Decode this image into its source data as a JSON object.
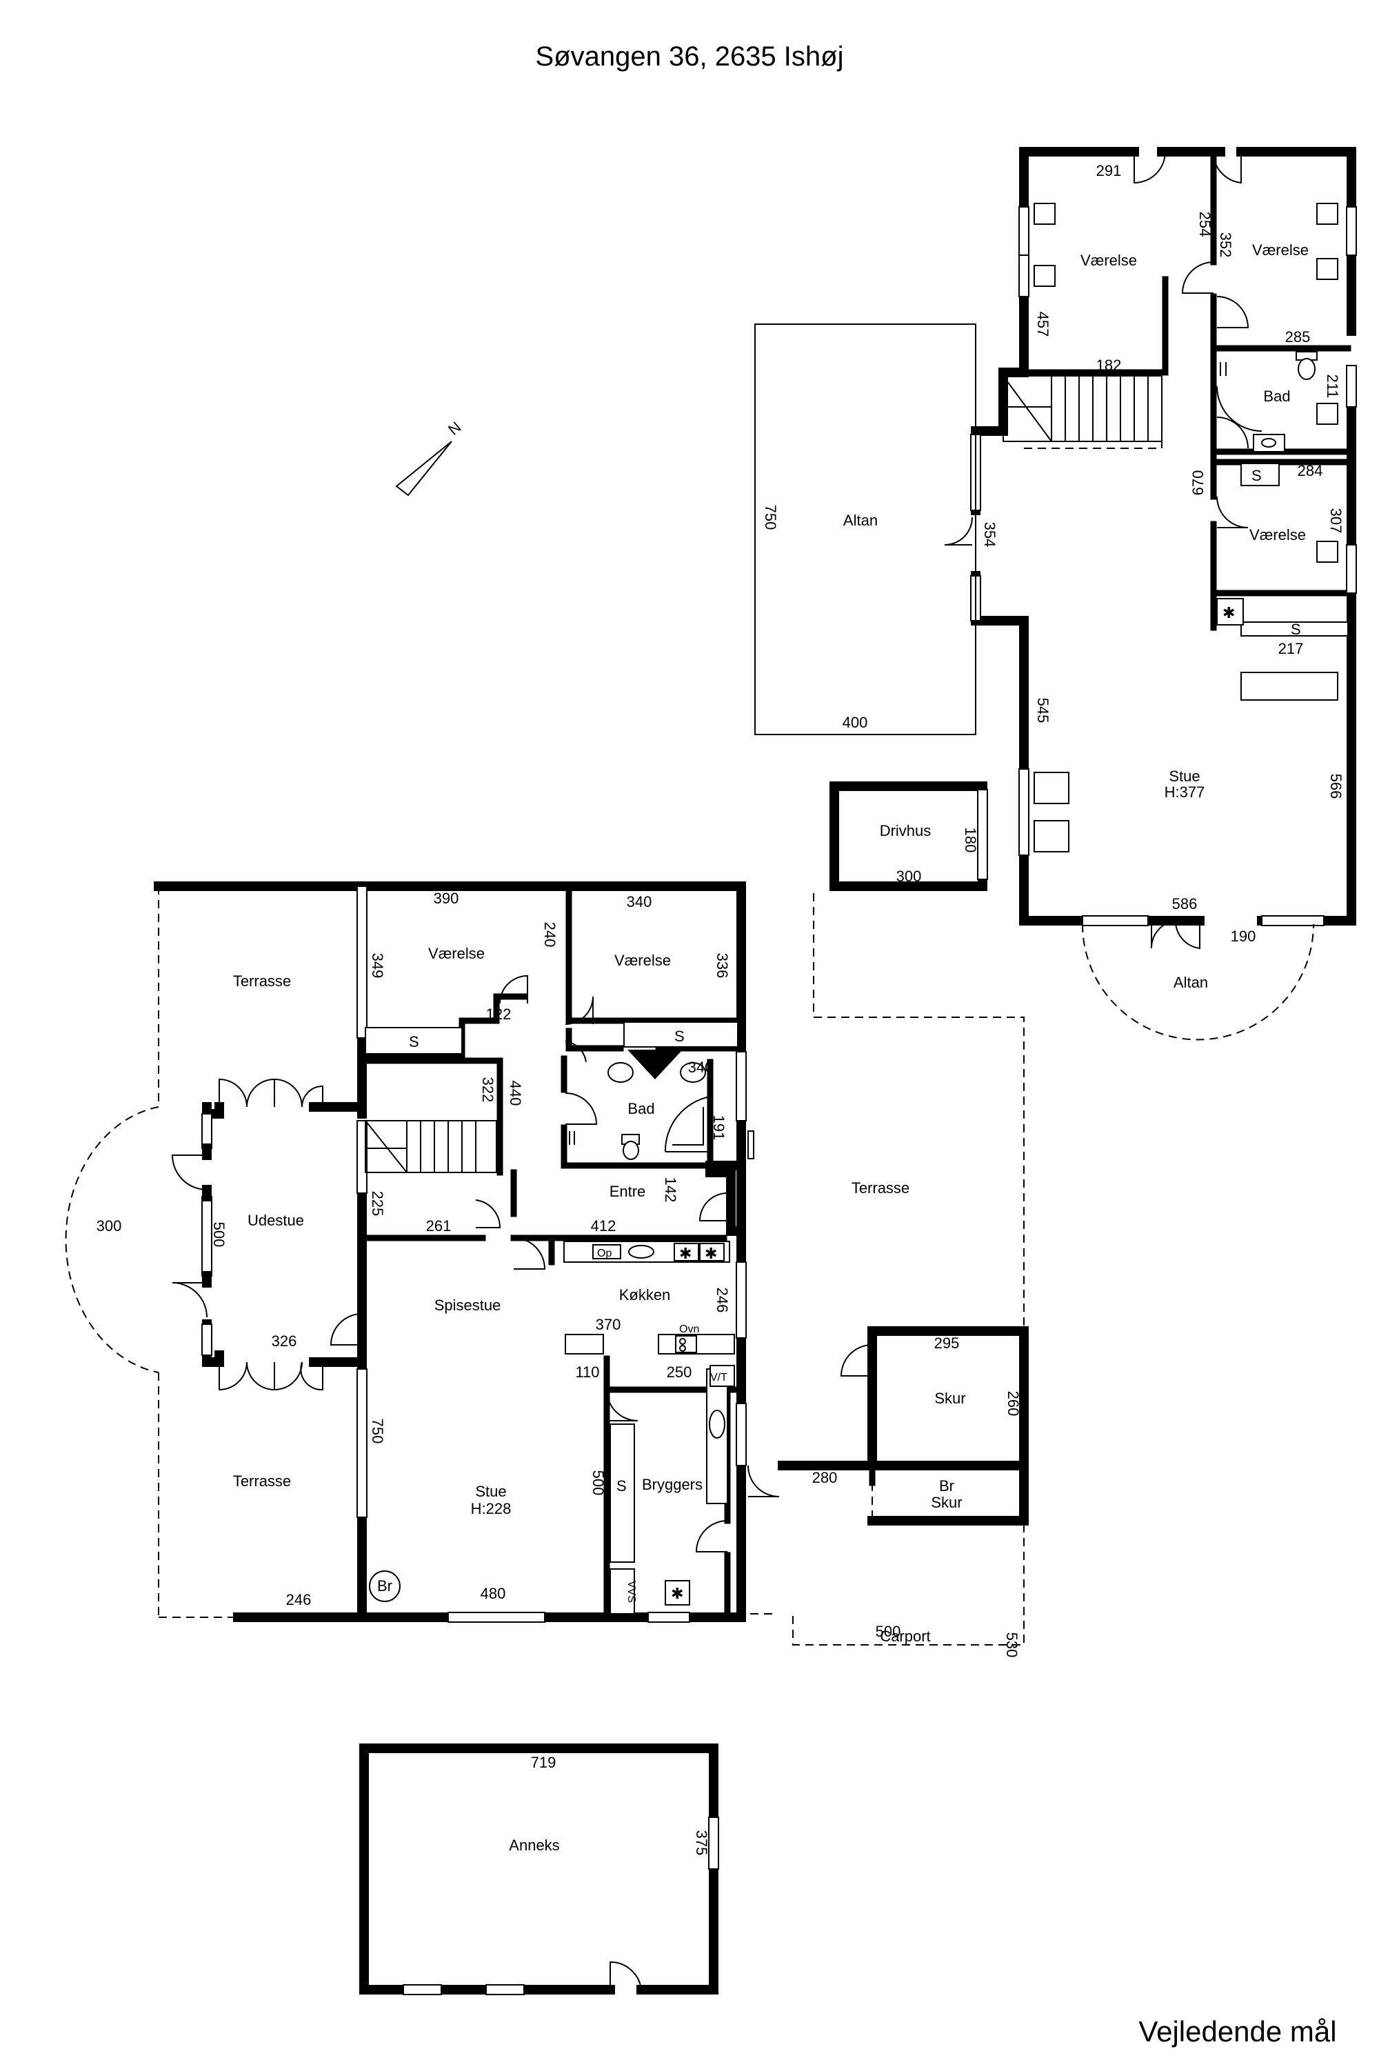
{
  "title": "Søvangen 36, 2635 Ishøj",
  "footer": "Vejledende mål",
  "compass": "N",
  "rooms": {
    "upper_vaerelse_1": "Værelse",
    "upper_vaerelse_2": "Værelse",
    "upper_bad": "Bad",
    "upper_vaerelse_3": "Værelse",
    "upper_altan_left": "Altan",
    "upper_stue": "Stue",
    "upper_stue_height": "H:377",
    "upper_altan_bottom": "Altan",
    "drivhus": "Drivhus",
    "terrasse_top_left": "Terrasse",
    "udestue": "Udestue",
    "terrasse_bottom_left": "Terrasse",
    "vaerelse_a": "Værelse",
    "vaerelse_b": "Værelse",
    "bad": "Bad",
    "entre": "Entre",
    "spisestue": "Spisestue",
    "koekken": "Køkken",
    "stue": "Stue",
    "stue_height": "H:228",
    "bryggers": "Bryggers",
    "terrasse_right": "Terrasse",
    "skur": "Skur",
    "br_skur_1": "Br",
    "br_skur_2": "Skur",
    "carport": "Carport",
    "anneks": "Anneks"
  },
  "fixtures": {
    "s": "S",
    "op": "Op",
    "ovn": "Ovn",
    "vt": "V/T",
    "vvs": "VVS",
    "br": "Br",
    "star": "✱"
  },
  "dims": {
    "d291": "291",
    "d254": "254",
    "d352": "352",
    "d457": "457",
    "d182": "182",
    "d285": "285",
    "d211": "211",
    "d670": "670",
    "d284": "284",
    "d307": "307",
    "d217": "217",
    "d750a": "750",
    "d354": "354",
    "d400": "400",
    "d545": "545",
    "d566": "566",
    "d586": "586",
    "d190": "190",
    "d180": "180",
    "d300a": "300",
    "d390": "390",
    "d240": "240",
    "d340a": "340",
    "d349": "349",
    "d336": "336",
    "d122": "122",
    "d340b": "340",
    "d322": "322",
    "d440": "440",
    "d191": "191",
    "d300b": "300",
    "d500a": "500",
    "d225": "225",
    "d261": "261",
    "d412": "412",
    "d142": "142",
    "d246a": "246",
    "d370": "370",
    "d326": "326",
    "d110": "110",
    "d250": "250",
    "d750b": "750",
    "d500b": "500",
    "d246b": "246",
    "d480": "480",
    "d295": "295",
    "d260": "260",
    "d280": "280",
    "d530": "530",
    "d500c": "500",
    "d719": "719",
    "d375": "375"
  }
}
